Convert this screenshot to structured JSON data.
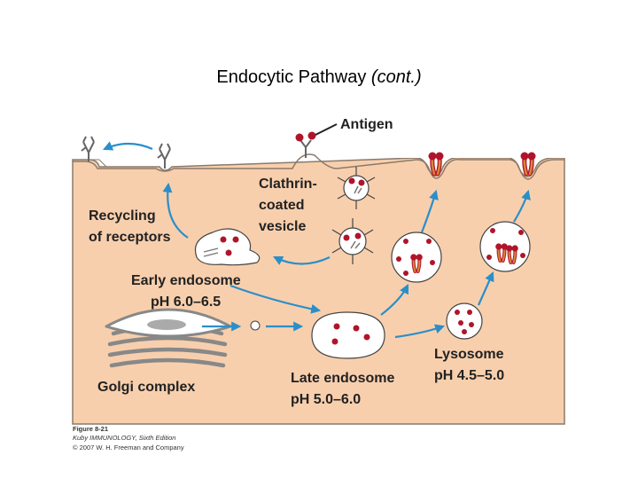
{
  "title": {
    "main": "Endocytic Pathway",
    "suffix": "(cont.)"
  },
  "labels": {
    "antigen": "Antigen",
    "clathrin": [
      "Clathrin-",
      "coated",
      "vesicle"
    ],
    "recycling": [
      "Recycling",
      "of receptors"
    ],
    "early_endosome": [
      "Early endosome",
      "pH 6.0–6.5"
    ],
    "late_endosome": [
      "Late endosome",
      "pH 5.0–6.0"
    ],
    "lysosome": [
      "Lysosome",
      "pH 4.5–5.0"
    ],
    "golgi": "Golgi complex"
  },
  "caption": {
    "figure": "Figure 8-21",
    "book": "Kuby IMMUNOLOGY, Sixth Edition",
    "copyright": "© 2007 W. H. Freeman and Company"
  },
  "colors": {
    "cytoplasm": "#f8cfad",
    "arrow": "#2a8fc9",
    "antigen": "#b0142a",
    "receptor": "#c0642a",
    "membrane": "#7a7a7a"
  }
}
